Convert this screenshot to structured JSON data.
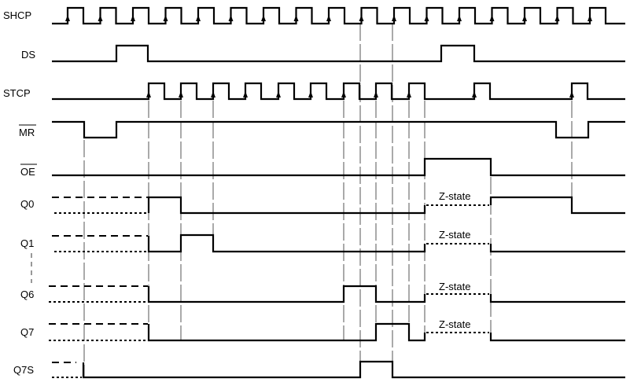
{
  "diagram": {
    "type": "timing-diagram",
    "signals": [
      {
        "name": "SHCP",
        "overbar": false
      },
      {
        "name": "DS",
        "overbar": false
      },
      {
        "name": "STCP",
        "overbar": false
      },
      {
        "name": "MR",
        "overbar": true
      },
      {
        "name": "OE",
        "overbar": true
      },
      {
        "name": "Q0",
        "overbar": false
      },
      {
        "name": "Q1",
        "overbar": false
      },
      {
        "name": "Q6",
        "overbar": false
      },
      {
        "name": "Q7",
        "overbar": false
      },
      {
        "name": "Q7S",
        "overbar": false
      }
    ],
    "z_state_label": "Z-state",
    "waveforms": {
      "SHCP": {
        "clock_pulses": 17
      },
      "DS": {
        "high_intervals": [
          [
            148,
            188
          ],
          [
            561,
            603
          ]
        ]
      },
      "STCP": {
        "rising_edges": [
          189,
          230,
          271,
          312,
          354,
          395,
          437,
          478,
          520,
          603,
          727
        ]
      },
      "MR": {
        "low_intervals": [
          [
            107,
            148
          ],
          [
            707,
            748
          ]
        ]
      },
      "OE": {
        "high_intervals": [
          [
            540,
            624
          ]
        ]
      },
      "Q0": {
        "high_intervals": [
          [
            189,
            230
          ],
          [
            624,
            727
          ]
        ],
        "z_interval": [
          540,
          624
        ]
      },
      "Q1": {
        "high_intervals": [
          [
            230,
            271
          ]
        ],
        "z_interval": [
          540,
          624
        ]
      },
      "Q6": {
        "high_intervals": [
          [
            437,
            478
          ]
        ],
        "z_interval": [
          540,
          624
        ]
      },
      "Q7": {
        "high_intervals": [
          [
            478,
            520
          ]
        ],
        "z_interval": [
          540,
          624
        ]
      },
      "Q7S": {
        "high_intervals": [
          [
            458,
            499
          ]
        ]
      }
    }
  }
}
